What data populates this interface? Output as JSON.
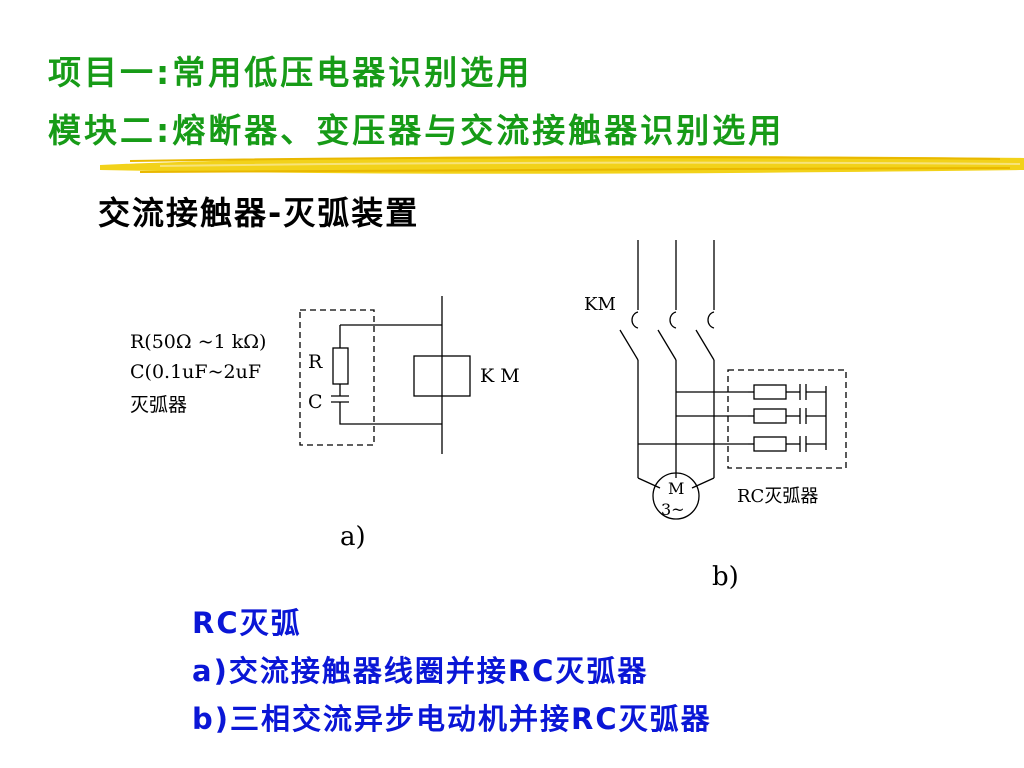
{
  "header": {
    "title_line1": "项目一:常用低压电器识别选用",
    "title_line2": "模块二:熔断器、变压器与交流接触器识别选用",
    "title_color": "#179b17",
    "brush_color": "#f2d21a"
  },
  "subtitle": "交流接触器-灭弧装置",
  "diagram_a": {
    "spec_line1": "R(50Ω ~1 kΩ)",
    "spec_line2": "C(0.1uF~2uF",
    "spec_line3": "灭弧器",
    "resistor_label": "R",
    "capacitor_label": "C",
    "coil_label": "K M",
    "sub_label": "a)"
  },
  "diagram_b": {
    "contactor_label": "KM",
    "motor_line1": "M",
    "motor_line2": "3~",
    "rc_label": "RC灭弧器",
    "sub_label": "b)"
  },
  "captions": {
    "line1": "RC灭弧",
    "line2": "a)交流接触器线圈并接RC灭弧器",
    "line3": "b)三相交流异步电动机并接RC灭弧器",
    "color": "#0a16d6"
  }
}
